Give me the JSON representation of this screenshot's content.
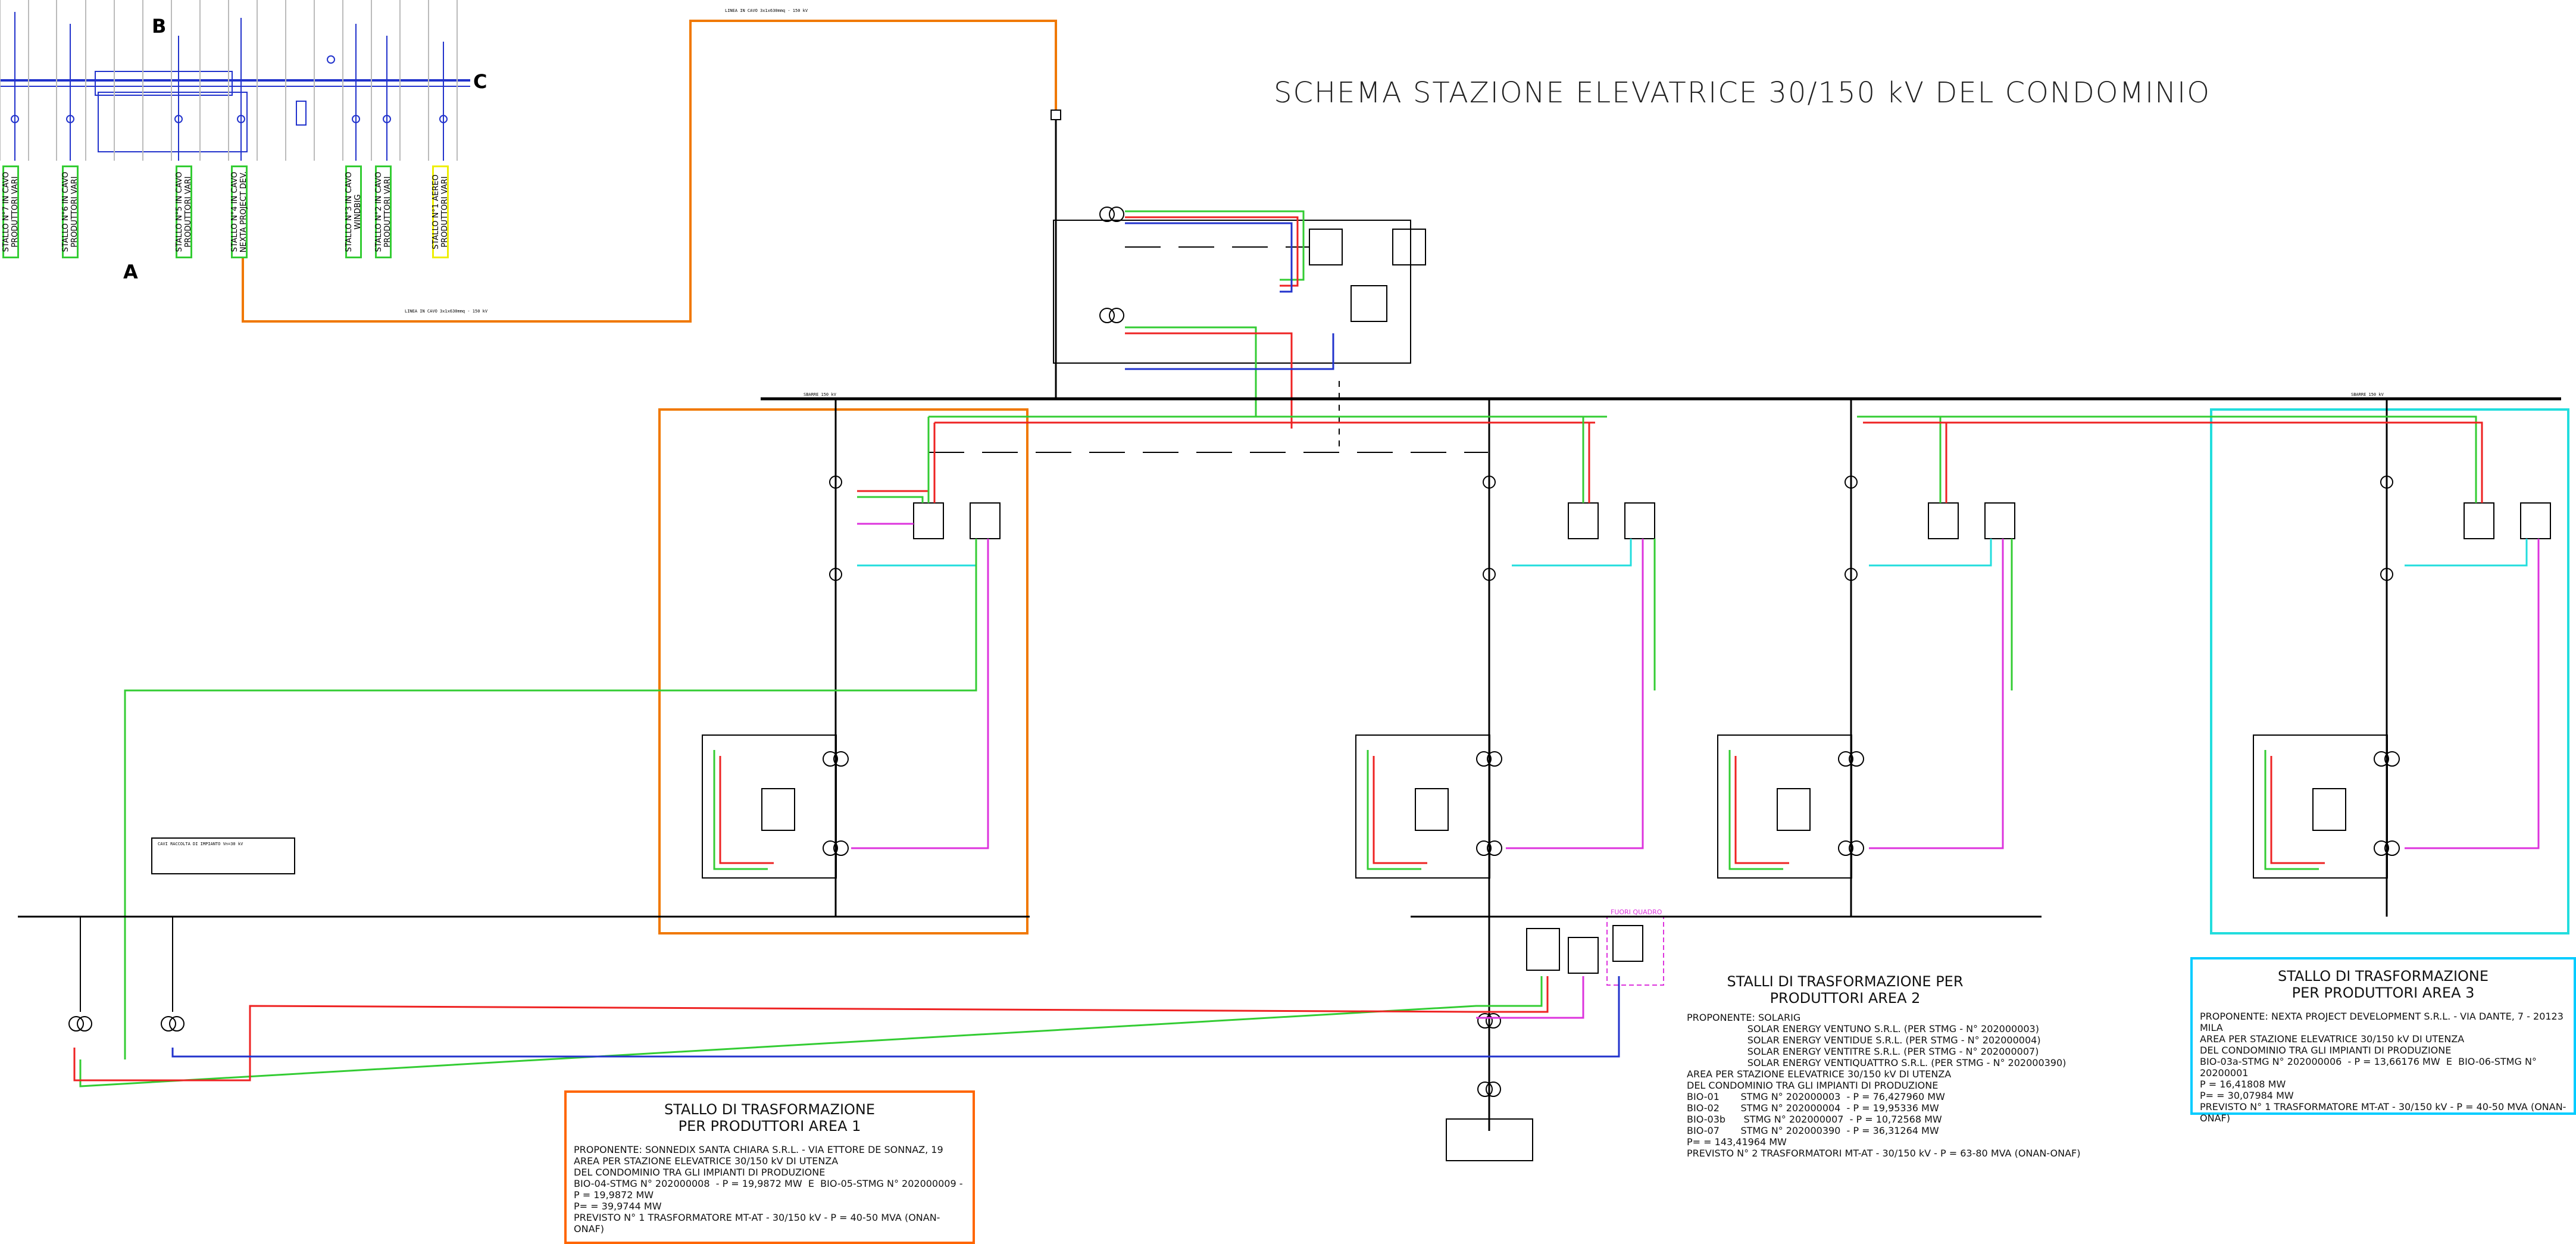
{
  "title": "SCHEMA STAZIONE ELEVATRICE 30/150 kV DEL CONDOMINIO",
  "corner_letters": {
    "a": "A",
    "b": "B",
    "c": "C"
  },
  "stalls": [
    {
      "label": "STALLO N°7 IN CAVO\nPRODUTTORI VARI"
    },
    {
      "label": "STALLO N°6 IN CAVO\nPRODUTTORI VARI"
    },
    {
      "label": "STALLO N°5 IN CAVO\nPRODUTTORI VARI"
    },
    {
      "label": "STALLO N°4 IN CAVO\nNEXTA PROJECT DEV."
    },
    {
      "label": "STALLO N°3 IN CAVO\nWINDBIG"
    },
    {
      "label": "STALLO N°2 IN CAVO\nPRODUTTORI VARI"
    },
    {
      "label": "STALLO N°1 AEREO\nPRODUTTORI VARI"
    }
  ],
  "fuori_quadro": "FUORI QUADRO",
  "area1": {
    "title": "STALLO DI TRASFORMAZIONE\nPER PRODUTTORI AREA 1",
    "body": "PROPONENTE: SONNEDIX SANTA CHIARA S.R.L. - VIA ETTORE DE SONNAZ, 19\nAREA PER STAZIONE ELEVATRICE 30/150 kV DI UTENZA\nDEL CONDOMINIO TRA GLI IMPIANTI DI PRODUZIONE\nBIO-04-STMG N° 202000008  - P = 19,9872 MW  E  BIO-05-STMG N° 202000009 -\nP = 19,9872 MW\nP= = 39,9744 MW\nPREVISTO N° 1 TRASFORMATORE MT-AT - 30/150 kV - P = 40-50 MVA (ONAN-ONAF)"
  },
  "area2": {
    "title": "STALLI DI TRASFORMAZIONE PER\nPRODUTTORI AREA 2",
    "body": "PROPONENTE: SOLARIG\n                    SOLAR ENERGY VENTUNO S.R.L. (PER STMG - N° 202000003)\n                    SOLAR ENERGY VENTIDUE S.R.L. (PER STMG - N° 202000004)\n                    SOLAR ENERGY VENTITRE S.R.L. (PER STMG - N° 202000007)\n                    SOLAR ENERGY VENTIQUATTRO S.R.L. (PER STMG - N° 202000390)\nAREA PER STAZIONE ELEVATRICE 30/150 kV DI UTENZA\nDEL CONDOMINIO TRA GLI IMPIANTI DI PRODUZIONE\nBIO-01       STMG N° 202000003  - P = 76,427960 MW\nBIO-02       STMG N° 202000004  - P = 19,95336 MW\nBIO-03b      STMG N° 202000007  - P = 10,72568 MW\nBIO-07       STMG N° 202000390  - P = 36,31264 MW\nP= = 143,41964 MW\nPREVISTO N° 2 TRASFORMATORI MT-AT - 30/150 kV - P = 63-80 MVA (ONAN-ONAF)"
  },
  "area3": {
    "title": "STALLO DI TRASFORMAZIONE\nPER PRODUTTORI AREA 3",
    "body": "PROPONENTE: NEXTA PROJECT DEVELOPMENT S.R.L. - VIA DANTE, 7 - 20123 MILA\nAREA PER STAZIONE ELEVATRICE 30/150 kV DI UTENZA\nDEL CONDOMINIO TRA GLI IMPIANTI DI PRODUZIONE\nBIO-03a-STMG N° 202000006  - P = 13,66176 MW  E  BIO-06-STMG N° 20200001\nP = 16,41808 MW\nP= = 30,07984 MW\nPREVISTO N° 1 TRASFORMATORE MT-AT - 30/150 kV - P = 40-50 MVA (ONAN-ONAF)"
  },
  "colors": {
    "orange": "#f07800",
    "green": "#33cc33",
    "red": "#ee2222",
    "blue": "#2233cc",
    "magenta": "#dd33dd",
    "cyan": "#22dddd",
    "black": "#000000"
  }
}
